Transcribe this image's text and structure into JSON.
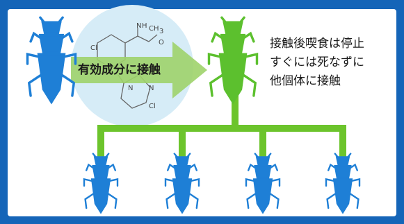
{
  "diagram": {
    "arrow_label": "有効成分に接触",
    "description_lines": [
      "接触後喫食は停止",
      "すぐには死なずに",
      "他個体に接触"
    ],
    "molecule_labels": [
      "N",
      "H",
      "CH",
      "3",
      "O",
      "Cl",
      "N",
      "N",
      "Cl"
    ],
    "colors": {
      "border": "#1565b8",
      "insect_blue": "#1e7fd6",
      "insect_green": "#5cc02e",
      "branch_green": "#6cc42c",
      "arrow_green": "#9fd36a",
      "molecule_bubble": "#d6ecf7"
    },
    "icons": {
      "source_insect": "ant-icon",
      "contaminated_insect": "ant-icon",
      "recipient_insects": [
        "ant-icon",
        "ant-icon",
        "ant-icon",
        "ant-icon"
      ]
    }
  }
}
